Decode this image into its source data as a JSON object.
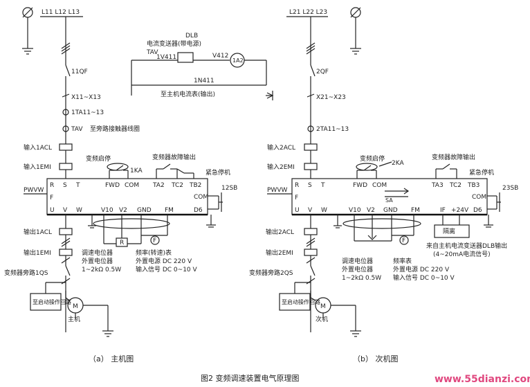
{
  "main": {
    "feeder": "L11  L12  L13",
    "breaker": "11QF",
    "terminal": "X11~X13",
    "ct1": "1TA11~13",
    "tav": "TAV",
    "tav_note": "至旁路接触器线圈",
    "ac_in": "输入1ACL",
    "emi_in": "输入1EMI",
    "inv_power": "PWVW",
    "terminals_top": [
      "R",
      "S",
      "T",
      "FWD",
      "COM",
      "TA2",
      "TC2",
      "TB2"
    ],
    "com_label": "COM",
    "d6": "D6",
    "sb": "12SB",
    "terminals_bottom": [
      "U",
      "V",
      "W",
      "V10",
      "V2",
      "GND",
      "FM"
    ],
    "f_label": "F",
    "run_cmd": "变频启停",
    "ka": "1KA",
    "fault_out": "变频器故障输出",
    "emergency": "紧急停机",
    "ac_out": "输出1ACL",
    "emi_out": "输出1EMI",
    "qs": "变频器旁路1QS",
    "bypass_box": "至启动操作回路",
    "motor": "M",
    "motor_name": "主机",
    "r_label": "R",
    "f_meter": "F",
    "note_speed": [
      "调速电位器",
      "外置电位器",
      "1~2kΩ 0.5W"
    ],
    "note_meter": [
      "频率(转速)表",
      "外置电源 DC 220 V",
      "输入信号 DC 0~10 V"
    ],
    "caption": "（a）  主机图"
  },
  "dlb": {
    "title": "DLB",
    "subtitle": "电流变送器(带电源)",
    "tav": "TAV",
    "in_label": "1V411",
    "out_label": "V412",
    "meter": "1A2",
    "wire": "1N411",
    "note": "至主机电流表(输出)"
  },
  "sub": {
    "feeder": "L21  L22  L23",
    "breaker": "2QF",
    "terminal": "X21~X23",
    "ct1": "2TA11~13",
    "ac_in": "输入2ACL",
    "emi_in": "输入2EMI",
    "inv_power": "PWVW",
    "terminals_top": [
      "R",
      "S",
      "T",
      "FWD",
      "COM",
      "TA3",
      "TC2",
      "TB3"
    ],
    "com_label": "COM",
    "d6": "D6",
    "sb": "23SB",
    "terminals_bottom": [
      "U",
      "V",
      "W",
      "V10",
      "V2",
      "GND",
      "FM",
      "IF",
      "+24V"
    ],
    "f_label": "F",
    "run_cmd": "变频启停",
    "ka": "2KA",
    "sa": "SA",
    "fault_out": "变频器故障输出",
    "emergency": "紧急停机",
    "isolator": "隔离",
    "ac_out": "输出2ACL",
    "emi_out": "输出2EMI",
    "qs": "变频器旁路2QS",
    "bypass_box": "至启动操作回路",
    "motor": "M",
    "motor_name": "次机",
    "f_meter": "F",
    "note_dlb": [
      "来自主机电流变送器DLB输出",
      "(4~20mA电流信号)"
    ],
    "note_speed": [
      "调速电位器",
      "外置电位器",
      "1~2kΩ 0.5W"
    ],
    "note_meter": [
      "频率表",
      "外置电源 DC 220 V",
      "输入信号 DC 0~10 V"
    ],
    "caption": "（b）  次机图"
  },
  "figure_title": "图2   变频调速装置电气原理图",
  "watermark": "www.55dianzi.com",
  "colors": {
    "ink": "#222222",
    "watermark": "#e0487f"
  }
}
